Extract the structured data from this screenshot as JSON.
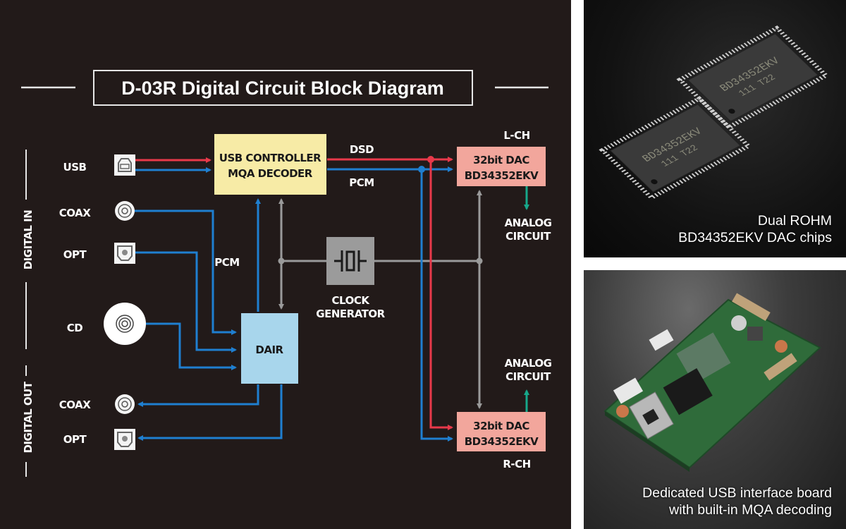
{
  "diagram": {
    "title": "D-03R Digital Circuit Block Diagram",
    "side_labels": {
      "digital_in": "DIGITAL IN",
      "digital_out": "DIGITAL OUT"
    },
    "inputs": [
      {
        "label": "USB",
        "icon": "usb-b-port-icon"
      },
      {
        "label": "COAX",
        "icon": "coaxial-jack-icon"
      },
      {
        "label": "OPT",
        "icon": "optical-port-icon"
      },
      {
        "label": "CD",
        "icon": "cd-disc-icon"
      }
    ],
    "outputs": [
      {
        "label": "COAX",
        "icon": "coaxial-jack-icon"
      },
      {
        "label": "OPT",
        "icon": "optical-port-icon"
      }
    ],
    "blocks": {
      "usb_controller": {
        "line1": "USB CONTROLLER",
        "line2": "MQA DECODER"
      },
      "dair": {
        "label": "DAIR"
      },
      "clock": {
        "line1": "CLOCK",
        "line2": "GENERATOR",
        "icon": "crystal-oscillator-icon"
      },
      "dac_left": {
        "line1": "32bit DAC",
        "line2": "BD34352EKV",
        "channel": "L-CH"
      },
      "dac_right": {
        "line1": "32bit DAC",
        "line2": "BD34352EKV",
        "channel": "R-CH"
      }
    },
    "signal_labels": {
      "dsd": "DSD",
      "pcm_top": "PCM",
      "pcm_dair": "PCM"
    },
    "analog_top": {
      "line1": "ANALOG",
      "line2": "CIRCUIT"
    },
    "analog_bottom": {
      "line1": "ANALOG",
      "line2": "CIRCUIT"
    },
    "colors": {
      "background": "#221a19",
      "dsd_line": "#e8394a",
      "pcm_line": "#1f7fd0",
      "clock_line": "#9a9a9a",
      "analog_line": "#17a88a",
      "usb_block": "#f7eba6",
      "dair_block": "#a8d6ec",
      "dac_block": "#f2a69c",
      "clock_block": "#9b9b9b"
    }
  },
  "photos": [
    {
      "caption_line1": "Dual ROHM",
      "caption_line2": "BD34352EKV DAC chips",
      "chip_marking1": "BD34352EKV",
      "chip_marking2": "111 T22"
    },
    {
      "caption_line1": "Dedicated USB interface board",
      "caption_line2": "with built-in MQA decoding"
    }
  ]
}
